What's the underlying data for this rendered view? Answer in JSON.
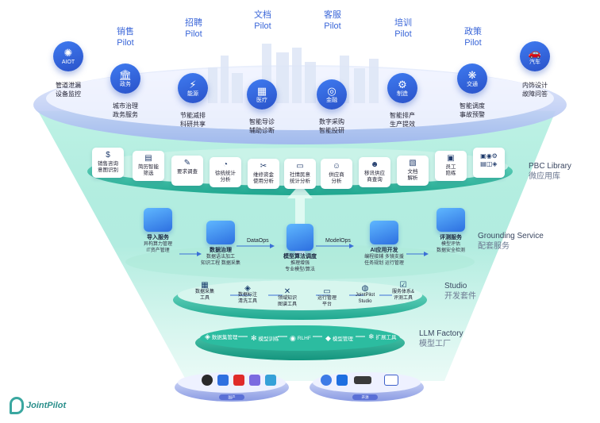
{
  "pilots": [
    {
      "id": "sales",
      "label": "销售\nPilot"
    },
    {
      "id": "hiring",
      "label": "招聘\nPilot"
    },
    {
      "id": "document",
      "label": "文档\nPilot"
    },
    {
      "id": "service",
      "label": "客服\nPilot"
    },
    {
      "id": "training",
      "label": "培训\nPilot"
    },
    {
      "id": "policy",
      "label": "政策\nPilot"
    }
  ],
  "industries": [
    {
      "label": "AIOT",
      "caption": "管道泄漏\n设备监控",
      "icon": "network-icon"
    },
    {
      "label": "政务",
      "caption": "城市治理\n政务服务",
      "icon": "government-icon"
    },
    {
      "label": "能源",
      "caption": "节能减排\n科研共享",
      "icon": "energy-icon"
    },
    {
      "label": "医疗",
      "caption": "智能导诊\n辅助诊断",
      "icon": "hospital-icon"
    },
    {
      "label": "金融",
      "caption": "数字采购\n智能投研",
      "icon": "finance-icon"
    },
    {
      "label": "制造",
      "caption": "智能排产\n生产提效",
      "icon": "manufacturing-icon"
    },
    {
      "label": "交通",
      "caption": "智能调度\n事故预警",
      "icon": "traffic-icon"
    },
    {
      "label": "汽车",
      "caption": "内饰设计\n故障问答",
      "icon": "car-icon"
    }
  ],
  "pbc_cards": [
    {
      "label": "销售咨询\n意图识别",
      "icon": "dollar-icon"
    },
    {
      "label": "简历智能\n筛选",
      "icon": "resume-icon"
    },
    {
      "label": "要求调查",
      "icon": "survey-icon"
    },
    {
      "label": "徐统统计\n分析",
      "icon": "pie-chart-icon"
    },
    {
      "label": "维修资金\n使用分析",
      "icon": "tools-icon"
    },
    {
      "label": "社情民意\n统计分析",
      "icon": "chat-icon"
    },
    {
      "label": "供应商\n分析",
      "icon": "supplier-icon"
    },
    {
      "label": "移讯供应\n商查询",
      "icon": "users-icon"
    },
    {
      "label": "文档\n解析",
      "icon": "document-icon"
    },
    {
      "label": "员工\n陪练",
      "icon": "coach-icon"
    }
  ],
  "layers": {
    "pbc": {
      "en": "PBC Library",
      "cn": "微应用库"
    },
    "grounding": {
      "en": "Grounding Service",
      "cn": "配套服务"
    },
    "studio": {
      "en": "Studio",
      "cn": "开发套件"
    },
    "llm": {
      "en": "LLM Factory",
      "cn": "模型工厂"
    }
  },
  "grounding_services": [
    {
      "title": "导入服务",
      "desc": "异构算力管理\nIT资产管理"
    },
    {
      "title": "数据治理",
      "desc": "数据语法加工\n知识工程  数据采集"
    },
    {
      "title": "模型算法调度",
      "desc": "推理增强\n专业模型/算法"
    },
    {
      "title": "AI应用开发",
      "desc": "编程接辅  多镜支援\n任务规划  运行管理"
    },
    {
      "title": "评测服务",
      "desc": "模型评估\n数据安全检测"
    }
  ],
  "ops": {
    "dataops": "DataOps",
    "modelops": "ModelOps"
  },
  "studio_items": [
    {
      "label": "数据采集\n工具",
      "icon": "data-icon"
    },
    {
      "label": "数据标注\n清洗工具",
      "icon": "tag-icon"
    },
    {
      "label": "领域知识\n图谱工具",
      "icon": "graph-icon"
    },
    {
      "label": "运行管理\n平台",
      "icon": "monitor-icon"
    },
    {
      "label": "JointPilot\nStudio",
      "icon": "studio-icon"
    },
    {
      "label": "服务体系&\n评测工具",
      "icon": "evaluate-icon"
    }
  ],
  "llm_items": [
    {
      "label": "数据集管理",
      "icon": "layers-icon"
    },
    {
      "label": "模型训练",
      "icon": "train-icon"
    },
    {
      "label": "RLHF",
      "icon": "brain-icon"
    },
    {
      "label": "模型管理",
      "icon": "model-icon"
    },
    {
      "label": "扩展工具",
      "icon": "extend-icon"
    }
  ],
  "bottom_pills": {
    "left": "国产",
    "right": "开源"
  },
  "brand": {
    "name": "JointPilot",
    "mark": "JP"
  },
  "colors": {
    "blue": "#2f5fd7",
    "teal": "#2fb9a6",
    "bright": "#4aa3ff"
  }
}
